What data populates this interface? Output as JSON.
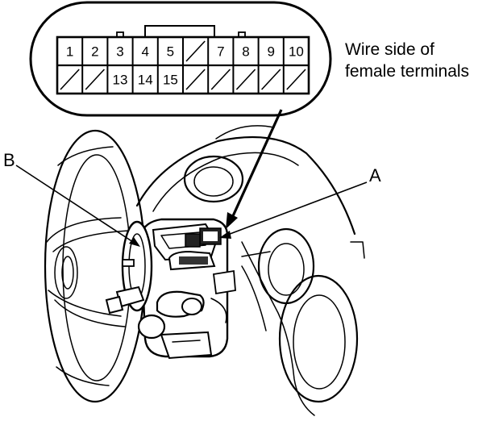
{
  "connector": {
    "rows": [
      [
        "1",
        "2",
        "3",
        "4",
        "5",
        "",
        "7",
        "8",
        "9",
        "10"
      ],
      [
        "",
        "",
        "13",
        "14",
        "15",
        "",
        "",
        "",
        "",
        ""
      ]
    ]
  },
  "caption": {
    "line1": "Wire side of",
    "line2": "female terminals"
  },
  "callouts": {
    "a": "A",
    "b": "B"
  }
}
